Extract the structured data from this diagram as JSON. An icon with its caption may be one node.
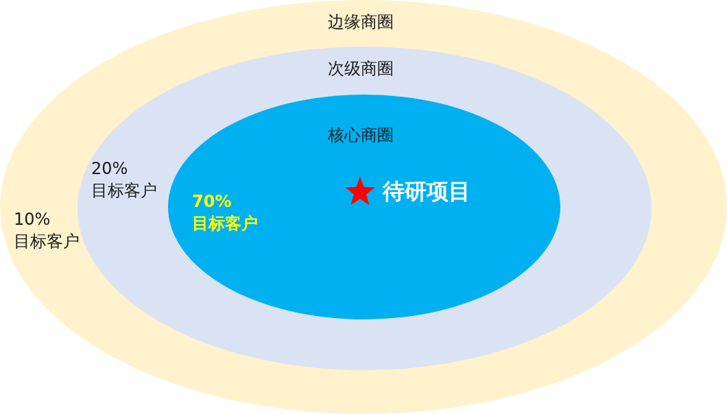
{
  "diagram": {
    "nodes": [
      {
        "text": [
          "边缘商圈",
          "10% 目标客户"
        ]
      },
      {
        "text": [
          "次级商圈",
          "20% 目标客户"
        ],
        "in": 0
      },
      {
        "text": [
          "核心商圈",
          "70% 目标客户"
        ],
        "in": 1
      },
      {
        "text": [
          "待研项目"
        ],
        "in": 2
      }
    ]
  }
}
